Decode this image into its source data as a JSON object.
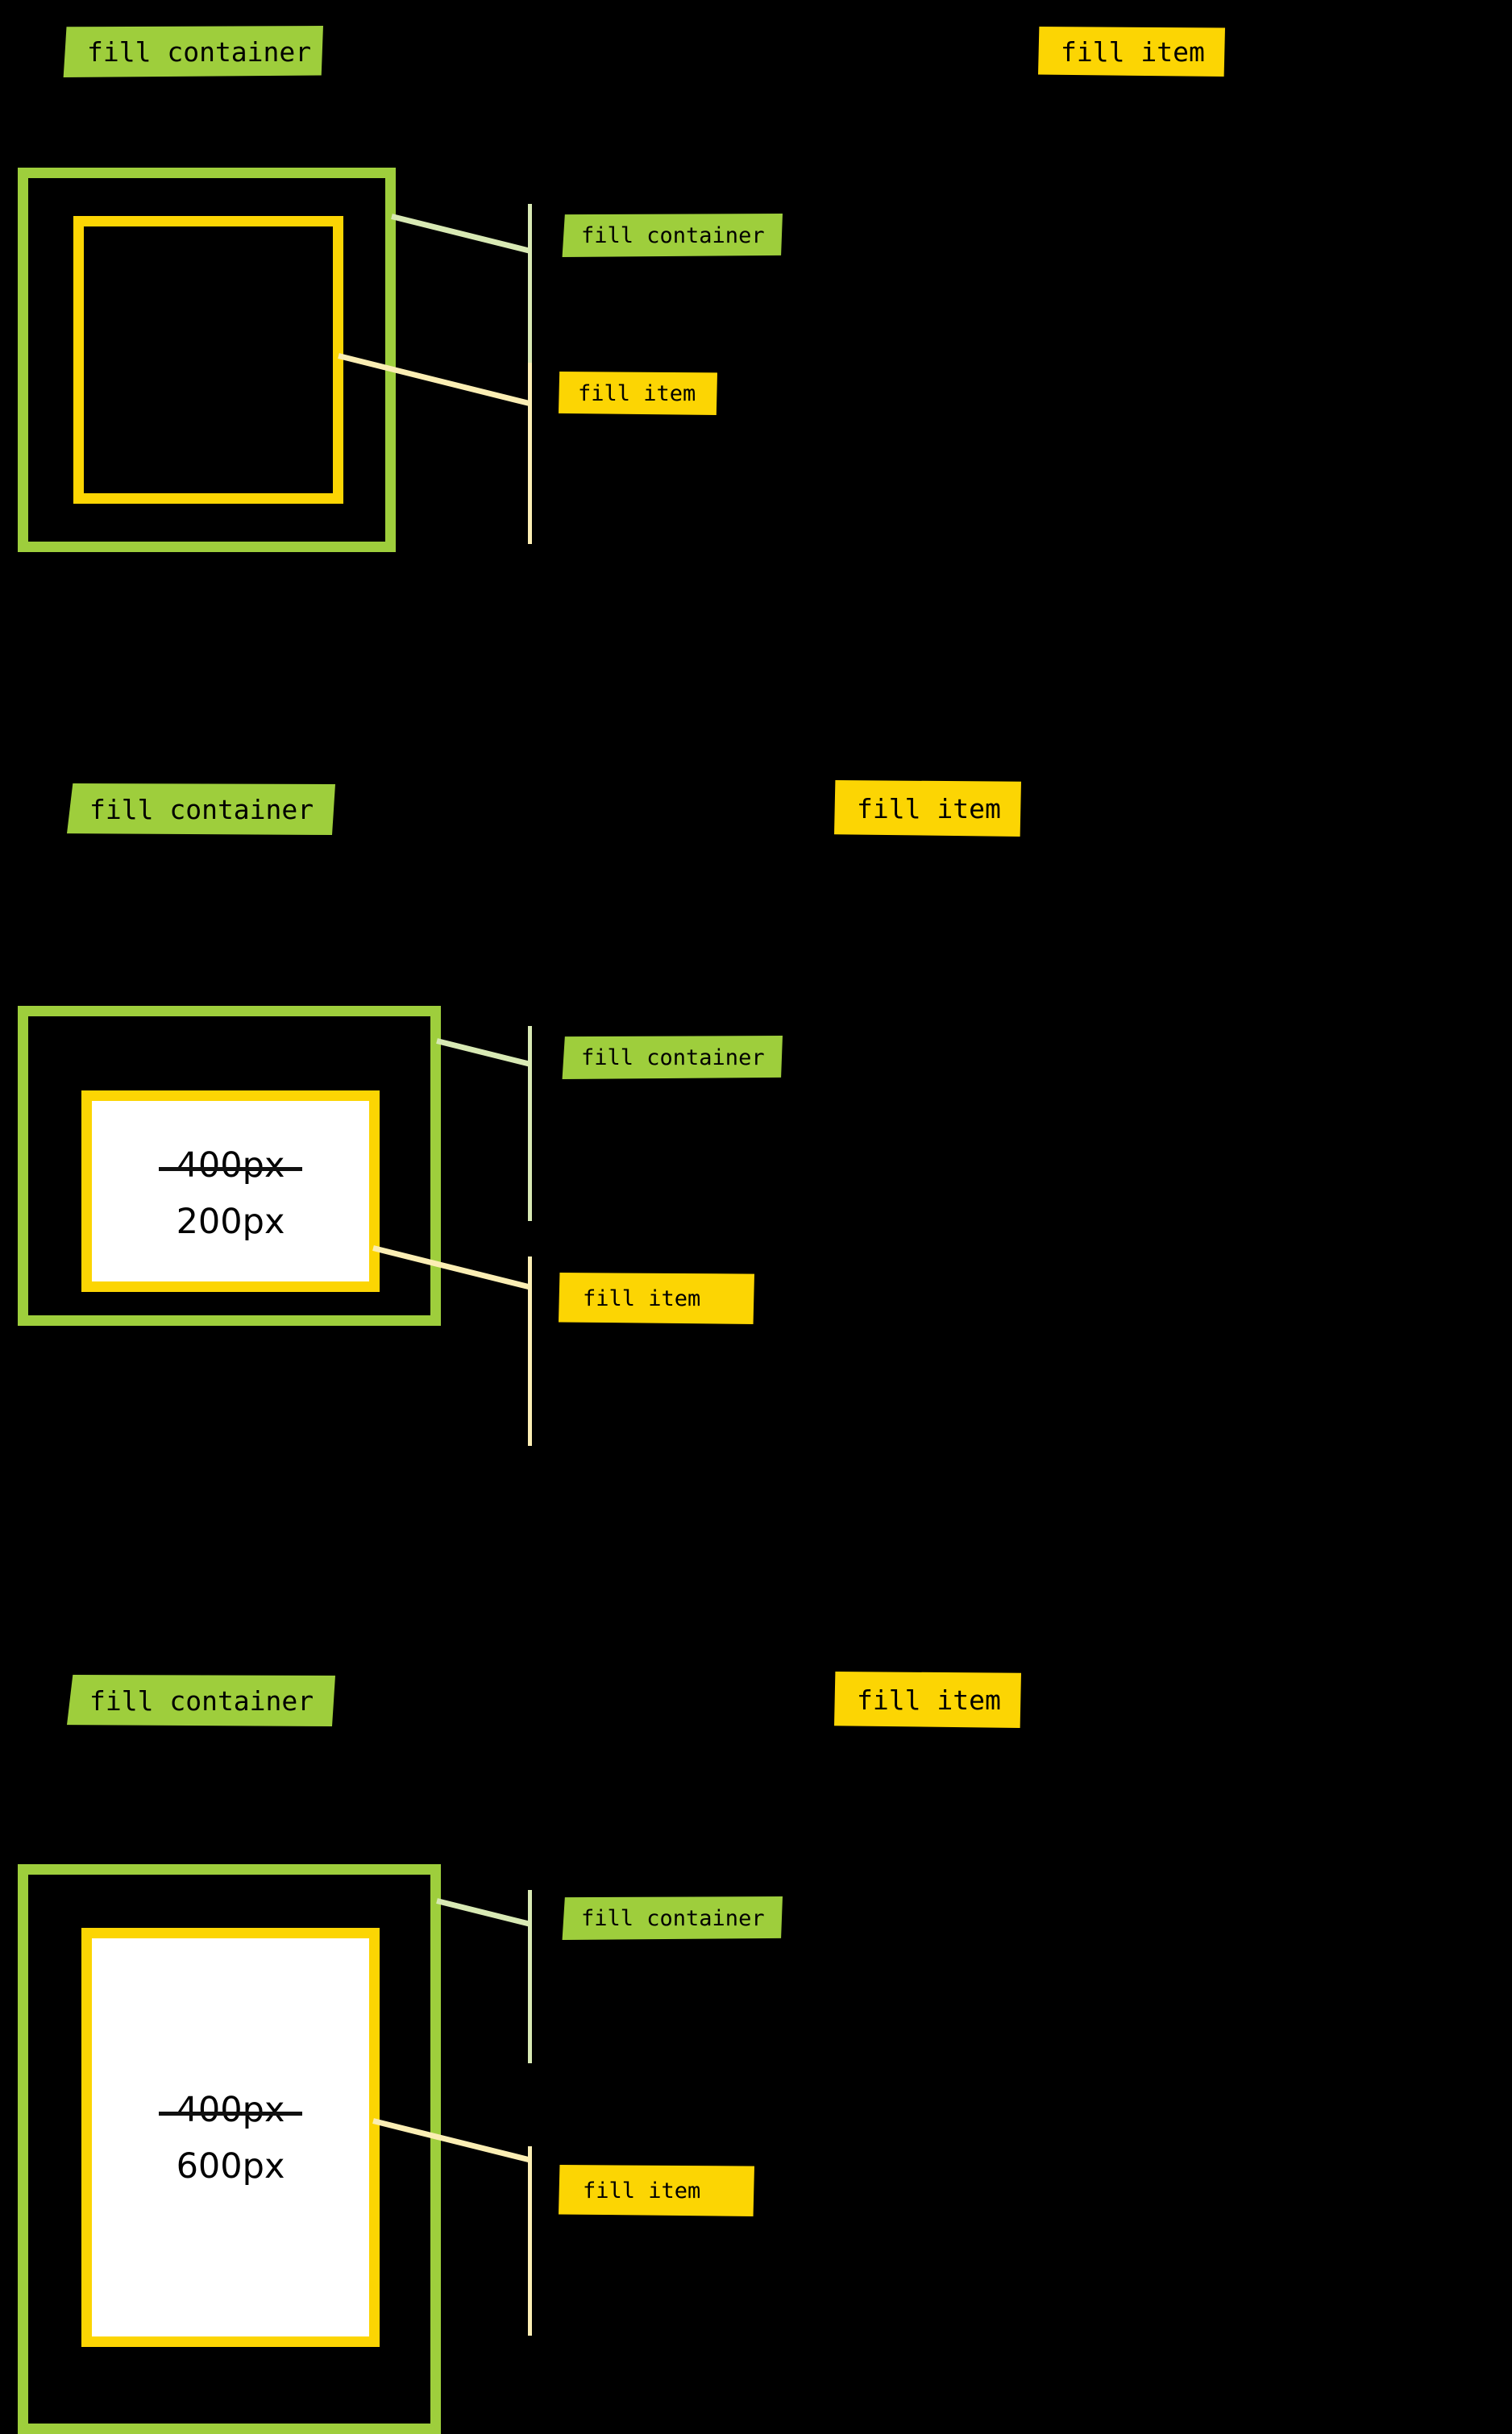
{
  "page": {
    "background": "#000000",
    "accent_green": "#9ECE3C",
    "accent_yellow": "#FCD503",
    "leader_green": "#D8E9B4",
    "leader_yellow": "#FBEEB4",
    "box_fill": "#FFFFFF"
  },
  "legend": {
    "container_label": "fill container",
    "item_label": "fill item"
  },
  "sections": [
    {
      "id": "section-1",
      "header_container": "fill container",
      "header_item": "fill item",
      "callout_container": "fill container",
      "callout_item": "fill item",
      "note_old": "",
      "note_new": "",
      "item_filled": false
    },
    {
      "id": "section-2",
      "header_container": "fill container",
      "header_item": "fill item",
      "callout_container": "fill container",
      "callout_item": "fill item",
      "note_old": "400px",
      "note_new": "200px",
      "item_filled": true
    },
    {
      "id": "section-3",
      "header_container": "fill container",
      "header_item": "fill item",
      "callout_container": "fill container",
      "callout_item": "fill item",
      "note_old": "400px",
      "note_new": "600px",
      "item_filled": true
    }
  ]
}
